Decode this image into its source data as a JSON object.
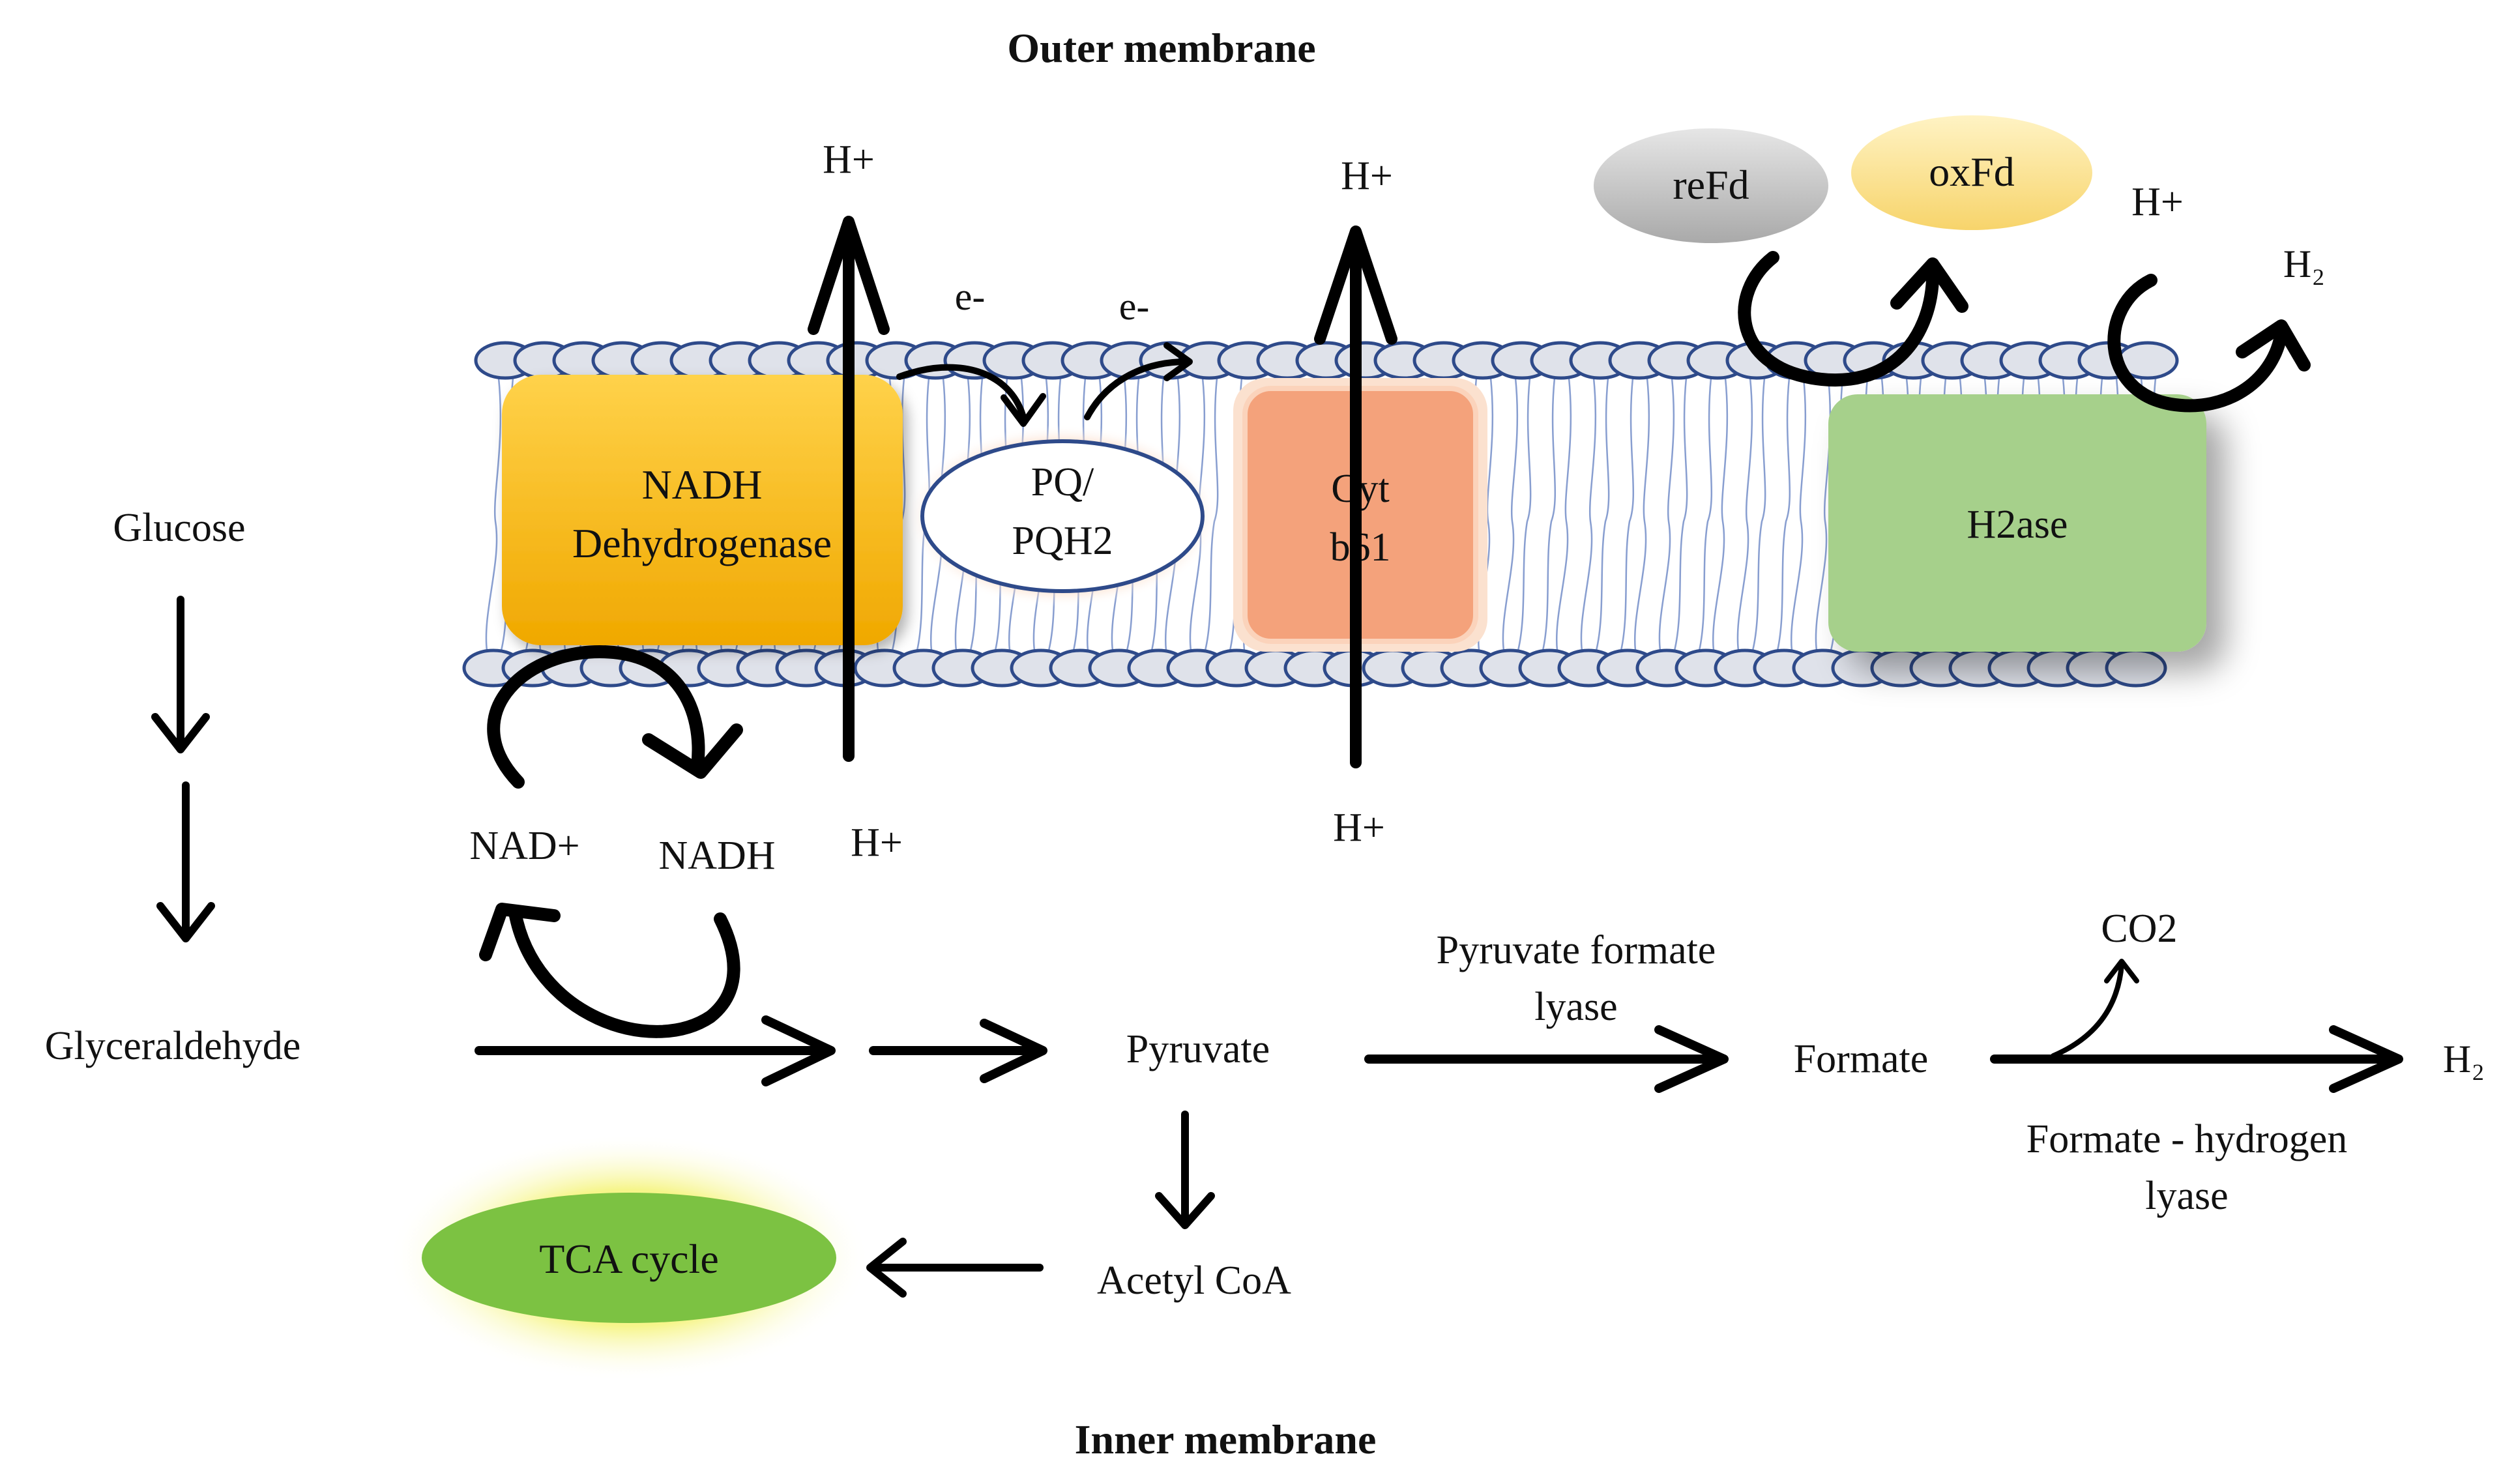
{
  "membranes": {
    "outer": "Outer membrane",
    "inner": "Inner membrane"
  },
  "complexes": {
    "nadh": [
      "NADH",
      "Dehydrogenase"
    ],
    "pq": [
      "PQ/",
      "PQH2"
    ],
    "cyt": [
      "Cyt",
      "b61"
    ],
    "h2ase": "H2ase",
    "refd": "reFd",
    "oxfd": "oxFd"
  },
  "labels": {
    "h_plus": "H+",
    "e_minus": "e-",
    "h2": "H₂",
    "glucose": "Glucose",
    "glyceraldehyde": "Glyceraldehyde",
    "nad_plus": "NAD+",
    "nadh": "NADH",
    "pyruvate": "Pyruvate",
    "acetyl_coa": "Acetyl CoA",
    "tca": "TCA cycle",
    "formate": "Formate",
    "co2": "CO2",
    "pfl": [
      "Pyruvate formate",
      "lyase"
    ],
    "fhl": [
      "Formate - hydrogen",
      "lyase"
    ]
  },
  "colors": {
    "nadh_box": "#f5b800",
    "cyt_box": "#f2a27c",
    "h2ase_box": "#a8d08d",
    "refd": "#bdbdbd",
    "oxfd": "#fbe08a",
    "tca": "#7cc242",
    "tca_glow": "#f4f48a",
    "lipid_head_fill": "#dfe2ea",
    "lipid_head_stroke": "#2e4a8a"
  }
}
